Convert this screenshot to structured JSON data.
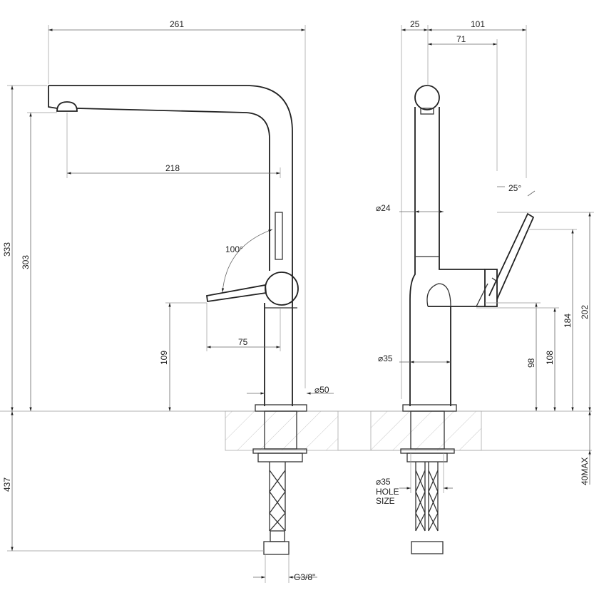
{
  "front_view": {
    "width_261": "261",
    "reach_218": "218",
    "height_333": "333",
    "height_303": "303",
    "lever_angle": "100°",
    "lever_height_109": "109",
    "lever_length_75": "75",
    "base_diameter": "50",
    "below_counter_437": "437",
    "connection_thread": "G3/8\""
  },
  "side_view": {
    "offset_25": "25",
    "depth_101": "101",
    "depth_71": "71",
    "tilt_angle": "25°",
    "spout_diameter": "24",
    "body_diameter": "35",
    "height_98": "98",
    "height_108": "108",
    "height_184": "184",
    "height_202": "202",
    "counter_thickness": "40MAX",
    "hole_diameter": "35",
    "hole_label_1": "HOLE",
    "hole_label_2": "SIZE"
  },
  "diameter_symbol": "⌀"
}
